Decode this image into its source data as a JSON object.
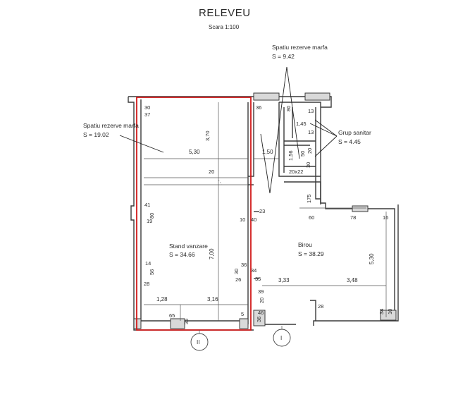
{
  "title": "RELEVEU",
  "scale": "Scara 1:100",
  "rooms": {
    "storage_left": {
      "name": "Spatiu rezerve marfa",
      "area": "S = 19.02"
    },
    "storage_top": {
      "name": "Spatiu rezerve marfa",
      "area": "S = 9.42"
    },
    "sanitary": {
      "name": "Grup sanitar",
      "area": "S = 4.45"
    },
    "stand": {
      "name": "Stand vanzare",
      "area": "S = 34.66"
    },
    "office": {
      "name": "Birou",
      "area": "S = 38.29"
    }
  },
  "dimensions": {
    "d30": "30",
    "d37": "37",
    "d370": "3,70",
    "d530": "5,30",
    "d20a": "20",
    "d150": "1,50",
    "d36": "36",
    "d80": "80",
    "d13a": "13",
    "d145": "1,45",
    "d13b": "13",
    "d50": "50",
    "d156": "1,56",
    "d20b": "20",
    "d30b": "30",
    "d20x22": "20x22",
    "d175": "175",
    "d23": "23",
    "d60": "60",
    "d78": "78",
    "d16": "16",
    "d41": "41",
    "d80b": "80",
    "d19": "19",
    "d10": "10",
    "d40": "40",
    "d700": "7,00",
    "d530b": "5,30",
    "d14": "14",
    "d56": "56",
    "d28": "28",
    "d36b": "36",
    "d34": "34",
    "d35": "35",
    "d26": "26",
    "d30c": "30",
    "d333": "3,33",
    "d348": "3,48",
    "d128": "1,28",
    "d316": "3,16",
    "d39": "39",
    "d20c": "20",
    "d28b": "28",
    "d65": "65",
    "d35b": "35",
    "d5": "5",
    "d46": "46",
    "d34b": "34",
    "d10b": "10",
    "d36c": "36"
  },
  "axes": {
    "left": "II",
    "right": "I"
  }
}
